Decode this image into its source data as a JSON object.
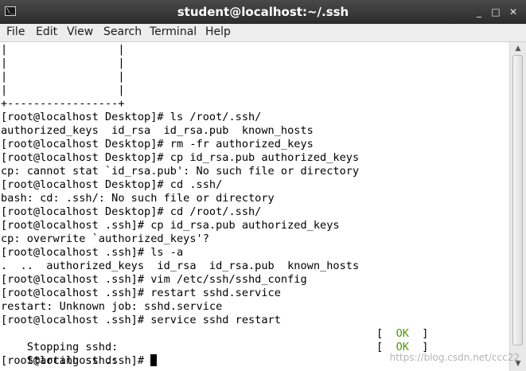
{
  "window": {
    "title": "student@localhost:~/.ssh",
    "app_icon": "terminal-icon",
    "app_icon_glyph": "\\_",
    "controls": {
      "minimize": "_",
      "maximize": "□",
      "close": "✕"
    }
  },
  "menu": [
    "File",
    "Edit",
    "View",
    "Search",
    "Terminal",
    "Help"
  ],
  "terminal": {
    "lines": [
      "|                 |",
      "|                 |",
      "|                 |",
      "|                 |",
      "+-----------------+",
      "[root@localhost Desktop]# ls /root/.ssh/",
      "authorized_keys  id_rsa  id_rsa.pub  known_hosts",
      "[root@localhost Desktop]# rm -fr authorized_keys",
      "[root@localhost Desktop]# cp id_rsa.pub authorized_keys",
      "cp: cannot stat `id_rsa.pub': No such file or directory",
      "[root@localhost Desktop]# cd .ssh/",
      "bash: cd: .ssh/: No such file or directory",
      "[root@localhost Desktop]# cd /root/.ssh/",
      "[root@localhost .ssh]# cp id_rsa.pub authorized_keys",
      "cp: overwrite `authorized_keys'?",
      "[root@localhost .ssh]# ls -a",
      ".  ..  authorized_keys  id_rsa  id_rsa.pub  known_hosts",
      "[root@localhost .ssh]# vim /etc/ssh/sshd_config",
      "[root@localhost .ssh]# restart sshd.service",
      "restart: Unknown job: sshd.service",
      "[root@localhost .ssh]# service sshd restart"
    ],
    "status_lines": [
      {
        "text": "Stopping sshd:",
        "open": "[  ",
        "status": "OK",
        "close": "  ]"
      },
      {
        "text": "Starting sshd:",
        "open": "[  ",
        "status": "OK",
        "close": "  ]"
      }
    ],
    "prompt": "[root@localhost .ssh]# ",
    "ok_color": "#4e9a06"
  },
  "scrollbar": {
    "up_arrow": "▲",
    "down_arrow": "▼"
  },
  "watermark": "https://blog.csdn.net/ccc22"
}
